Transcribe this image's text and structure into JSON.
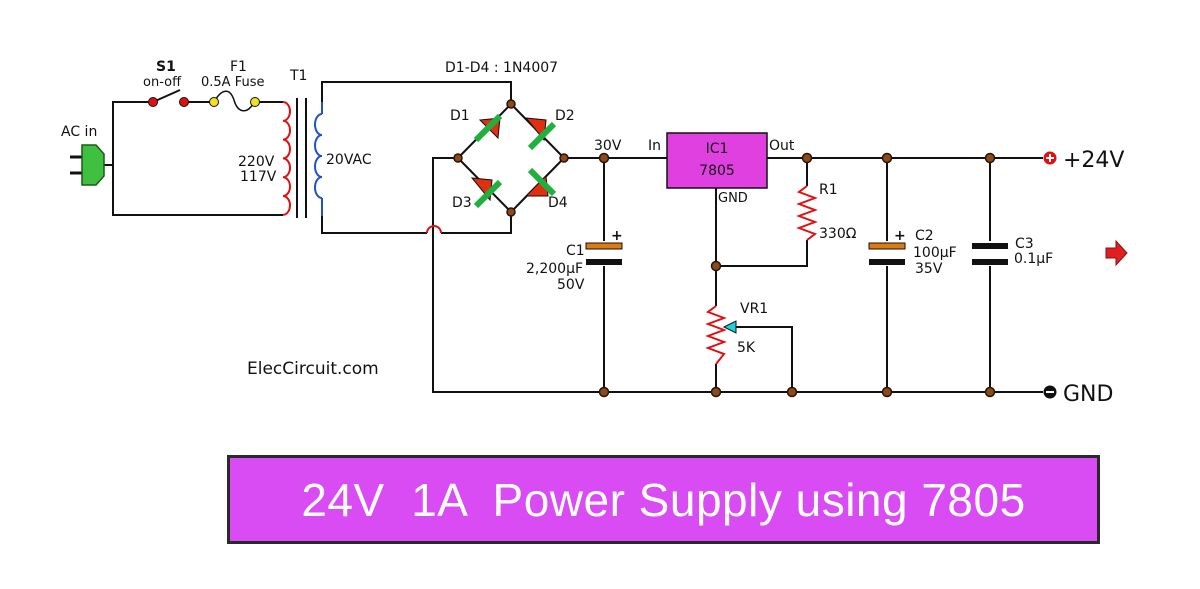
{
  "labels": {
    "ac_in": "AC in",
    "s1": "S1",
    "s1_desc": "on-off",
    "f1": "F1",
    "f1_desc": "0.5A Fuse",
    "t1": "T1",
    "primary_v1": "220V",
    "primary_v2": "117V",
    "secondary_v": "20VAC",
    "diodes": "D1-D4 : 1N4007",
    "d1": "D1",
    "d2": "D2",
    "d3": "D3",
    "d4": "D4",
    "v30": "30V",
    "in": "In",
    "ic1": "IC1",
    "ic1_part": "7805",
    "out": "Out",
    "gnd_pin": "GND",
    "c1": "C1",
    "c1_val": "2,200µF",
    "c1_volt": "50V",
    "r1": "R1",
    "r1_val": "330Ω",
    "vr1": "VR1",
    "vr1_val": "5K",
    "c2": "C2",
    "c2_val": "100µF",
    "c2_volt": "35V",
    "c3": "C3",
    "c3_val": "0.1µF",
    "out_pos": "+24V",
    "out_gnd": "GND",
    "site": "ElecCircuit.com",
    "c1_plus": "+",
    "c2_plus": "+"
  },
  "title": "24V  1A  Power Supply using 7805",
  "colors": {
    "wire": "#111111",
    "resistor": "#e01010",
    "transformer_primary": "#e01010",
    "transformer_secondary": "#2050d0",
    "diode_body": "#e03010",
    "diode_band": "#20b040",
    "ic_fill": "#e040e0",
    "capacitor_polar": "#e07a10",
    "node": "#8b4a1c",
    "plug": "#40c040",
    "banner": "#d94cf4",
    "arrow": "#e02020"
  }
}
